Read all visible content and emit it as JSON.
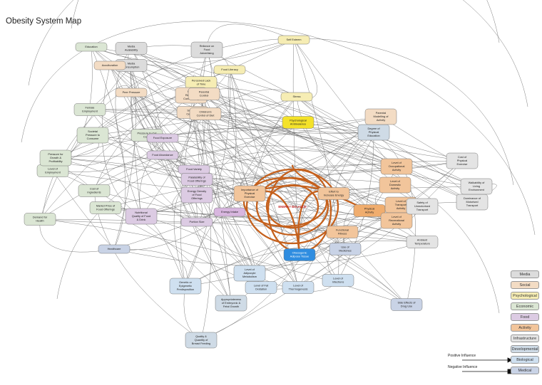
{
  "title": "Obesity System Map",
  "center": {
    "label": "ENERGY BALANCE"
  },
  "categories": [
    {
      "label": "Media",
      "color": "#dcdcdc"
    },
    {
      "label": "Social",
      "color": "#f3dcc4"
    },
    {
      "label": "Psychological",
      "color": "#f6edb4"
    },
    {
      "label": "Economic",
      "color": "#dbe6d4"
    },
    {
      "label": "Food",
      "color": "#dccbe3"
    },
    {
      "label": "Activity",
      "color": "#f2c59b"
    },
    {
      "label": "Infrastructure",
      "color": "#e4e4e4"
    },
    {
      "label": "Developmental",
      "color": "#cfdbe6"
    },
    {
      "label": "Biological",
      "color": "#cfe0f0"
    },
    {
      "label": "Medical",
      "color": "#c9d3e6"
    }
  ],
  "influence": {
    "positive": "Positive Influence",
    "negative": "Negative Influence"
  },
  "nodes": [
    {
      "label": "Psychological Ambivalence",
      "cat": 2,
      "hl": "#f4e22a"
    },
    {
      "label": "Stress",
      "cat": 2
    },
    {
      "label": "Self Esteem",
      "cat": 2
    },
    {
      "label": "Food Literacy",
      "cat": 2
    },
    {
      "label": "Media Availability",
      "cat": 0
    },
    {
      "label": "Media Consumption",
      "cat": 0
    },
    {
      "label": "Education",
      "cat": 3
    },
    {
      "label": "Acculturation",
      "cat": 1
    },
    {
      "label": "Peer Pressure",
      "cat": 1
    },
    {
      "label": "Reliance on Food Advertising",
      "cat": 0
    },
    {
      "label": "Perceived Lack of Time",
      "cat": 2
    },
    {
      "label": "Social Rejection Conditioning",
      "cat": 1
    },
    {
      "label": "Smoking Cessation",
      "cat": 1
    },
    {
      "label": "Children's Control of Diet",
      "cat": 1
    },
    {
      "label": "Parental Control",
      "cat": 1
    },
    {
      "label": "Level of Employment",
      "cat": 3
    },
    {
      "label": "Female Employment",
      "cat": 3
    },
    {
      "label": "Societal Pressure to Consume",
      "cat": 3
    },
    {
      "label": "Pressure for Growth & Profitability",
      "cat": 3
    },
    {
      "label": "Pressure to Cut Costs",
      "cat": 3
    },
    {
      "label": "Cost of Ingredients",
      "cat": 3
    },
    {
      "label": "Market Price of Food Offerings",
      "cat": 3
    },
    {
      "label": "Food Exposure",
      "cat": 4
    },
    {
      "label": "Food Abundance",
      "cat": 4
    },
    {
      "label": "Food Variety",
      "cat": 4
    },
    {
      "label": "Nutritional Quality of Food & Drink",
      "cat": 4
    },
    {
      "label": "Portion Size",
      "cat": 4
    },
    {
      "label": "Energy Density of Food Offerings",
      "cat": 4
    },
    {
      "label": "Palatability of Food Offerings",
      "cat": 4
    },
    {
      "label": "Energy Intake",
      "cat": 4,
      "hl": "#d8b6df"
    },
    {
      "label": "Physical Activity",
      "cat": 5,
      "hl": "#f0ad6e"
    },
    {
      "label": "Importance of Physical Exercise",
      "cat": 5
    },
    {
      "label": "Effort to Increase Energy",
      "cat": 5
    },
    {
      "label": "Functional Fitness",
      "cat": 5
    },
    {
      "label": "Level of Occupational Activity",
      "cat": 5
    },
    {
      "label": "Level of Domestic Activity",
      "cat": 5
    },
    {
      "label": "Level of Transport Activity",
      "cat": 5
    },
    {
      "label": "Level of Recreational Activity",
      "cat": 5
    },
    {
      "label": "Safety of Unmotorised Transport",
      "cat": 6
    },
    {
      "label": "Dominance of Motorised Transport",
      "cat": 6
    },
    {
      "label": "Walkability of Living Environment",
      "cat": 6
    },
    {
      "label": "Cost of Physical Exercise",
      "cat": 6
    },
    {
      "label": "Degree of Physical Education",
      "cat": 7
    },
    {
      "label": "Parental Modelling of Activity",
      "cat": 1
    },
    {
      "label": "Level of Infections",
      "cat": 8
    },
    {
      "label": "Level of Fat Oxidation",
      "cat": 8
    },
    {
      "label": "Level of Adipocyte Metabolism",
      "cat": 8
    },
    {
      "label": "Appropriateness of Embryonic & Fetal Growth",
      "cat": 7
    },
    {
      "label": "Quality & Quantity of Breast Feeding",
      "cat": 7
    },
    {
      "label": "Genetic or Epigenetic Predisposition",
      "cat": 8
    },
    {
      "label": "Level of Thermogenesis",
      "cat": 8
    },
    {
      "label": "Use of Medicines",
      "cat": 9
    },
    {
      "label": "Side Effects of Drug Use",
      "cat": 9
    },
    {
      "label": "Ambient Temperature",
      "cat": 6
    },
    {
      "label": "Demand for Health",
      "cat": 3
    },
    {
      "label": "Healthcare",
      "cat": 9
    },
    {
      "label": "Obesogenic Adipose Tissue",
      "cat": 8,
      "hl": "#2f8de0"
    }
  ]
}
